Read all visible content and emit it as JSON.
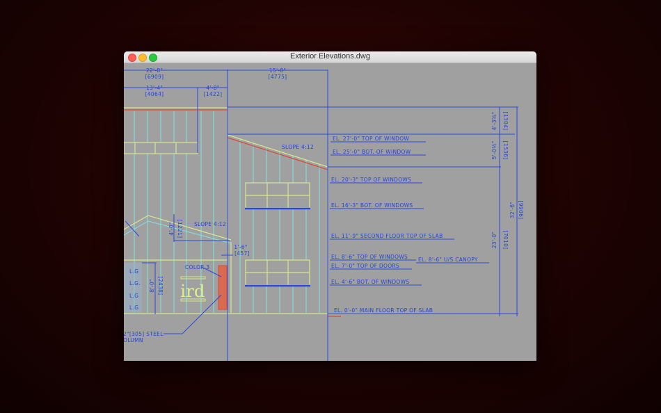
{
  "window": {
    "title": "Exterior Elevations.dwg"
  },
  "dimensions": {
    "d1": "22'-8\"",
    "d1m": "[6909]",
    "d2": "15'-8\"",
    "d2m": "[4775]",
    "d3": "13'-4\"",
    "d3m": "[4064]",
    "d4": "4'-8\"",
    "d4m": "[1422]",
    "d5": "4'-3⅝\"",
    "d5m": "[1304]",
    "d6": "5'-0½\"",
    "d6m": "[1536]",
    "d7": "23'-0\"",
    "d7m": "[7010]",
    "d8": "32'-6\"",
    "d8m": "[9906]",
    "d9": "4'-0\"",
    "d9m": "[1221]",
    "d10": "1'-6\"",
    "d10m": "[457]",
    "d11": "8'-0\"",
    "d11m": "[2438]"
  },
  "elevations": [
    "EL. 27'-0\"  TOP OF WINDOW",
    "EL. 25'-0\"  BOT. OF WINDOW",
    "EL. 20'-3\"  TOP OF WINDOWS",
    "EL. 16'-3\"  BOT. OF WINDOWS",
    "EL. 11'-9\"  SECOND FLOOR TOP OF SLAB",
    "EL. 8'-6\"  TOP OF WINDOWS",
    "EL. 8'-6\"  U/S CANOPY",
    "EL. 7'-0\"  TOP OF DOORS",
    "EL. 4'-6\"  BOT. OF WINDOWS",
    "EL. 0'-0\"  MAIN FLOOR TOP OF SLAB"
  ],
  "notes": {
    "slope1": "SLOPE 4:12",
    "slope2": "SLOPE 4:12",
    "color": "COLOR 3",
    "lg": [
      "L.G",
      "L.G.",
      "L.G",
      "L.G"
    ],
    "steel": "2\"[305] STEEL",
    "column": "OLUMN",
    "logo": "ird"
  },
  "colors": {
    "dimension": "#2a48e0",
    "mullion": "#80e4e4",
    "outline": "#d6e890",
    "accent": "#d84a3a",
    "canvas": "#a0a0a0"
  }
}
